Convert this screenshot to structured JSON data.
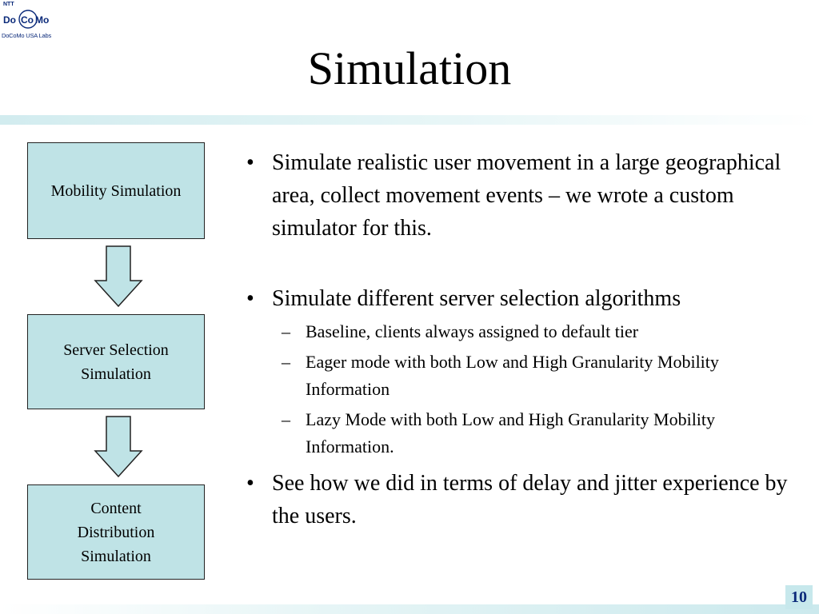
{
  "logo": {
    "ntt": "NTT",
    "brand_do": "Do",
    "brand_co": "Co",
    "brand_mo": "Mo",
    "sub": "DoCoMo USA Labs"
  },
  "slide": {
    "title": "Simulation",
    "page_number": "10"
  },
  "flow": {
    "boxes": [
      {
        "label": "Mobility Simulation"
      },
      {
        "label": "Server Selection\nSimulation"
      },
      {
        "label": "Content\nDistribution\nSimulation"
      }
    ]
  },
  "bullets": [
    {
      "text": "Simulate realistic user movement in a large geographical area, collect movement events – we wrote a custom simulator for this."
    },
    {
      "text": "Simulate different server selection algorithms",
      "subs": [
        {
          "text": "Baseline, clients always assigned to default tier"
        },
        {
          "text": "Eager mode with both Low and High Granularity Mobility Information"
        },
        {
          "text": "Lazy Mode with both Low and High Granularity Mobility Information."
        }
      ]
    },
    {
      "text": "See how we did in terms of delay and jitter experience by the users."
    }
  ],
  "colors": {
    "box_fill": "#bfe3e6",
    "band": "#d2ecef",
    "logo_blue": "#0b2a7a"
  }
}
